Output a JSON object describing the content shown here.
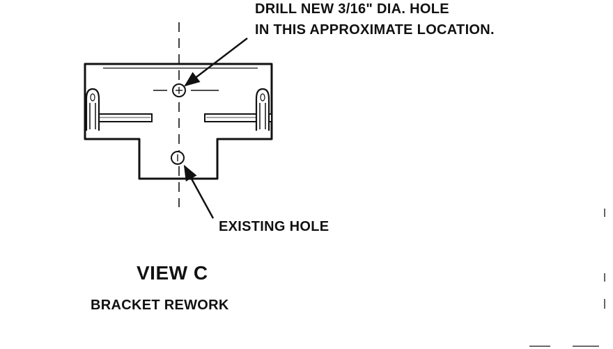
{
  "drawing": {
    "ink_color": "#111111",
    "background_color": "#ffffff",
    "callout_new_hole": {
      "line_1": "DRILL NEW 3/16\" DIA. HOLE",
      "line_2": "IN THIS APPROXIMATE LOCATION."
    },
    "callout_existing_hole": "EXISTING HOLE",
    "view_title": "VIEW C",
    "view_subtitle": "BRACKET REWORK"
  }
}
